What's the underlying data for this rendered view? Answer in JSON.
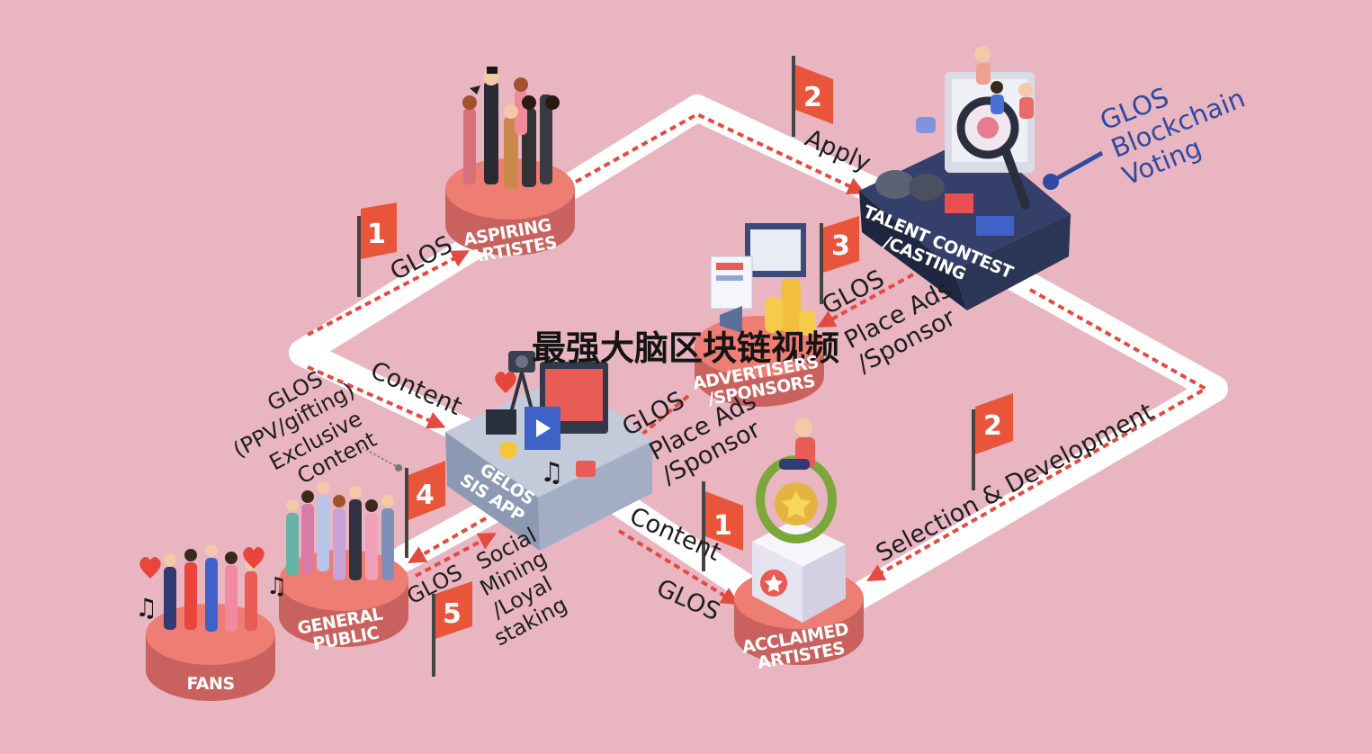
{
  "overlay_title": "最强大脑区块链视频",
  "platforms": {
    "aspiring": [
      "ASPIRING",
      "ARTISTES"
    ],
    "advertisers": [
      "ADVERTISERS",
      "/SPONSORS"
    ],
    "talent": [
      "TALENT CONTEST",
      "/CASTING"
    ],
    "gelos": [
      "GELOS",
      "SIS APP"
    ],
    "acclaimed": [
      "ACCLAIMED",
      "ARTISTES"
    ],
    "general": [
      "GENERAL",
      "PUBLIC"
    ],
    "fans": "FANS"
  },
  "flags": {
    "top_1": "1",
    "top_2": "2",
    "mid_3": "3",
    "left_4": "4",
    "bottom_5": "5",
    "lower_1": "1",
    "right_2": "2"
  },
  "labels": {
    "glos_1": "GLOS",
    "apply": "Apply",
    "glos_3": "GLOS",
    "place_ads_1": [
      "Place Ads",
      "/Sponsor"
    ],
    "content_1": "Content",
    "glos_ppv": [
      "GLOS",
      "(PPV/gifting)"
    ],
    "exclusive": [
      "Exclusive",
      "Content"
    ],
    "glos_mid": "GLOS",
    "place_ads_2": [
      "Place Ads",
      "/Sponsor"
    ],
    "content_2": "Content",
    "glos_low": "GLOS",
    "glos_5": "GLOS",
    "social": [
      "Social",
      "Mining",
      "/Loyal",
      "staking"
    ],
    "selection": "Selection & Development",
    "voting": [
      "GLOS",
      "Blockchain",
      "Voting"
    ]
  },
  "colors": {
    "background": "#e8b5c1",
    "flag": "#e8553b",
    "platform_top": "#ee7d74",
    "platform_side": "#c9625e",
    "route": "#ffffff",
    "arrow": "#e44a3f",
    "talent_box": "#252f48",
    "gelos_box": "#aab6cb",
    "voting_blue": "#2f4aa0"
  },
  "icons": [
    "flag-icon",
    "camera-icon",
    "coins-icon",
    "magnifier-icon",
    "puzzle-icon",
    "binoculars-icon",
    "trophy-icon",
    "music-note-icon",
    "heart-icon",
    "megaphone-icon"
  ]
}
